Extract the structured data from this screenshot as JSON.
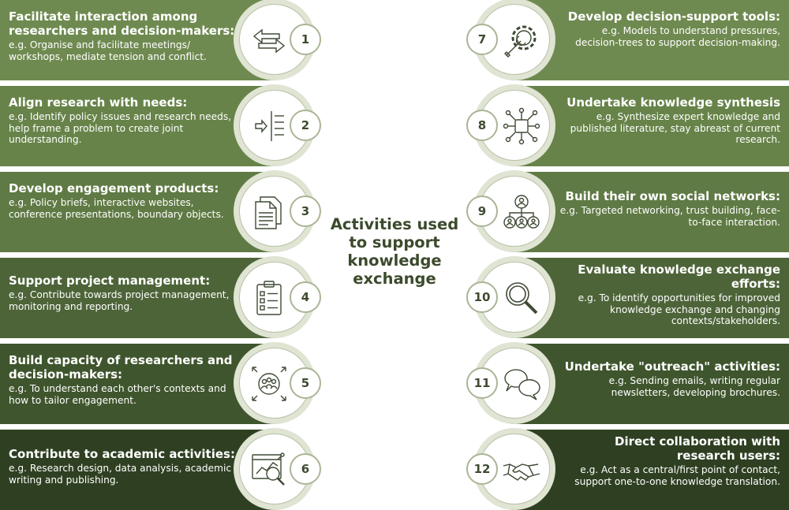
{
  "center_title": "Activities used to support knowledge exchange",
  "colors": {
    "band_1": "#6f8a50",
    "band_2": "#678349",
    "band_3": "#5f7a44",
    "band_4": "#4d6438",
    "band_5": "#3f552d",
    "band_6": "#2f4022",
    "icon_stroke": "#3f4a35"
  },
  "left_items": [
    {
      "number": "1",
      "title": "Facilitate interaction among researchers and decision-makers:",
      "desc": "e.g. Organise and facilitate meetings/ workshops, mediate tension and conflict.",
      "icon": "exchange-arrows-icon"
    },
    {
      "number": "2",
      "title": "Align research with needs:",
      "desc": "e.g. Identify policy issues and research needs, help frame a problem to create joint understanding.",
      "icon": "align-arrow-icon"
    },
    {
      "number": "3",
      "title": "Develop engagement products:",
      "desc": "e.g. Policy briefs, interactive websites, conference presentations, boundary objects.",
      "icon": "documents-icon"
    },
    {
      "number": "4",
      "title": "Support project management:",
      "desc": "e.g. Contribute towards project management, monitoring and reporting.",
      "icon": "clipboard-icon"
    },
    {
      "number": "5",
      "title": "Build capacity of researchers and decision-makers:",
      "desc": "e.g. To understand each other's contexts and how to tailor engagement.",
      "icon": "group-expand-icon"
    },
    {
      "number": "6",
      "title": "Contribute to academic activities:",
      "desc": "e.g. Research design, data analysis, academic writing and publishing.",
      "icon": "data-analysis-icon"
    }
  ],
  "right_items": [
    {
      "number": "7",
      "title": "Develop decision-support tools:",
      "desc": "e.g. Models to understand pressures, decision-trees to support decision-making.",
      "icon": "gear-wrench-icon"
    },
    {
      "number": "8",
      "title": "Undertake knowledge synthesis",
      "desc": "e.g. Synthesize expert knowledge and published literature, stay abreast of current research.",
      "icon": "network-nodes-icon"
    },
    {
      "number": "9",
      "title": "Build their own social networks:",
      "desc": "e.g. Targeted networking, trust building, face-to-face interaction.",
      "icon": "social-network-icon"
    },
    {
      "number": "10",
      "title": "Evaluate knowledge exchange efforts:",
      "desc": "e.g. To identify opportunities for improved knowledge exchange and changing contexts/stakeholders.",
      "icon": "magnifier-icon"
    },
    {
      "number": "11",
      "title": "Undertake \"outreach\" activities:",
      "desc": "e.g. Sending emails, writing regular newsletters, developing brochures.",
      "icon": "speech-bubbles-icon"
    },
    {
      "number": "12",
      "title": "Direct collaboration with research users:",
      "desc": "e.g. Act as a central/first point of contact, support one-to-one knowledge translation.",
      "icon": "handshake-icon"
    }
  ]
}
